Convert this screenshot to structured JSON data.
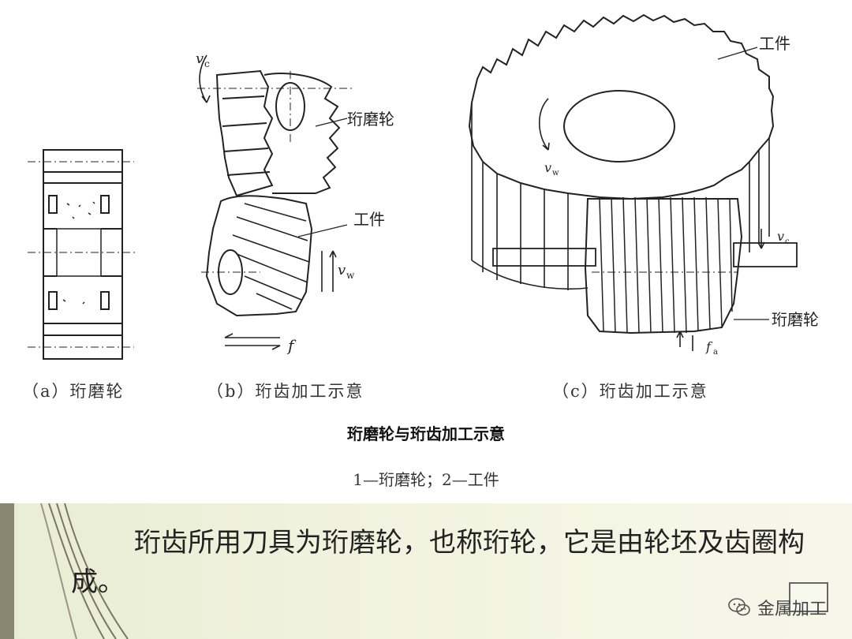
{
  "figure": {
    "panel_a": {
      "caption": "（a）珩磨轮"
    },
    "panel_b": {
      "caption": "（b）珩齿加工示意",
      "label_tool": "珩磨轮",
      "label_workpiece": "工件",
      "label_vc": "v",
      "label_vc_sub": "c",
      "label_vw": "v",
      "label_vw_sub": "w",
      "label_f": "f"
    },
    "panel_c": {
      "caption": "（c）珩齿加工示意",
      "label_workpiece": "工件",
      "label_tool": "珩磨轮",
      "label_vw": "v",
      "label_vw_sub": "w",
      "label_vc": "v",
      "label_vc_sub": "c",
      "label_fa": "f",
      "label_fa_sub": "a"
    },
    "title": "珩磨轮与珩齿加工示意",
    "legend": "1—珩磨轮；2—工件"
  },
  "note": {
    "text": "珩齿所用刀具为珩磨轮，也称珩轮，它是由轮坯及齿圈构成。"
  },
  "watermark": {
    "text": "金属加工",
    "icon": "wechat-icon"
  },
  "colors": {
    "band_background": "#eef1dc",
    "stripe": "#8a8672"
  }
}
